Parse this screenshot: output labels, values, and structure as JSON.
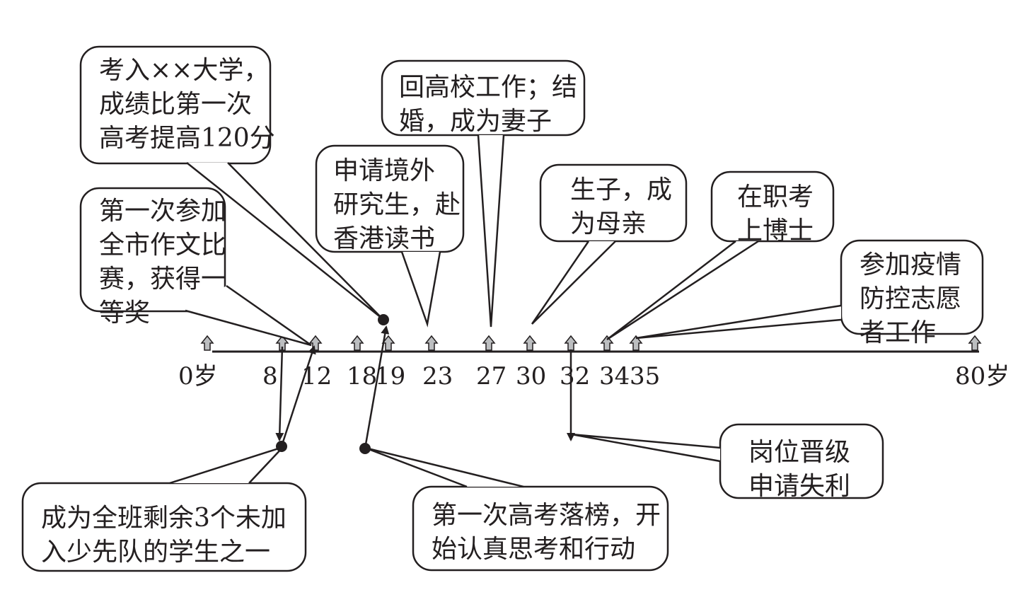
{
  "timeline": {
    "ticks": [
      {
        "id": "age-0",
        "label": "0岁"
      },
      {
        "id": "age-8",
        "label": "8"
      },
      {
        "id": "age-12",
        "label": "12"
      },
      {
        "id": "age-18",
        "label": "18"
      },
      {
        "id": "age-19",
        "label": "19"
      },
      {
        "id": "age-23",
        "label": "23"
      },
      {
        "id": "age-27",
        "label": "27"
      },
      {
        "id": "age-30",
        "label": "30"
      },
      {
        "id": "age-32",
        "label": "32"
      },
      {
        "id": "age-34",
        "label": "34"
      },
      {
        "id": "age-35",
        "label": "35"
      },
      {
        "id": "age-80",
        "label": "80岁"
      }
    ]
  },
  "events": {
    "composition_award": {
      "lines": [
        "第一次参加",
        "全市作文比",
        "赛，获得一",
        "等奖"
      ]
    },
    "university": {
      "lines": [
        "考入××大学，",
        "成绩比第一次",
        "高考提高120分"
      ]
    },
    "hk_study": {
      "lines": [
        "申请境外",
        "研究生，赴",
        "香港读书"
      ]
    },
    "back_to_college": {
      "lines": [
        "回高校工作；结",
        "婚，成为妻子"
      ]
    },
    "mother": {
      "lines": [
        "生子，成",
        "为母亲"
      ]
    },
    "phd": {
      "lines": [
        "在职考",
        "上博士"
      ]
    },
    "volunteer": {
      "lines": [
        "参加疫情",
        "防控志愿",
        "者工作"
      ]
    },
    "pioneers": {
      "lines": [
        "成为全班剩余3个未加",
        "入少先队的学生之一"
      ]
    },
    "exam_fail": {
      "lines": [
        "第一次高考落榜，开",
        "始认真思考和行动"
      ]
    },
    "promotion_fail": {
      "lines": [
        "岗位晋级",
        "申请失利"
      ]
    }
  },
  "colors": {
    "line": "#231f20",
    "tick_fill": "#bcbec0"
  }
}
